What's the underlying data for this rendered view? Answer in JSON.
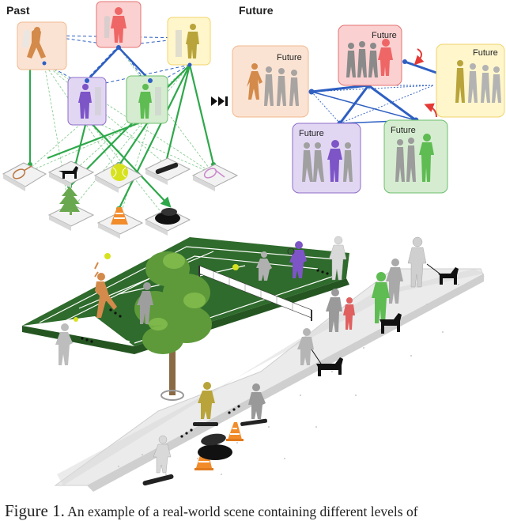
{
  "panel_labels": {
    "past": "Past",
    "future": "Future"
  },
  "future_tags": [
    "Future",
    "Future",
    "Future",
    "Future",
    "Future"
  ],
  "skip_icon": "fast-forward-icon",
  "caption": {
    "label": "Figure 1",
    "separator": ".",
    "text": " An example of a real-world scene containing different levels of"
  },
  "colors": {
    "red_node": "#ef9a9a",
    "yellow_node": "#fff3b0",
    "purple_node": "#d7c8ee",
    "green_node": "#cdeac6",
    "peach_node": "#fbe3d3",
    "edge_blue": "#2e5fc2",
    "edge_green": "#2ea84a",
    "court_green": "#2f6b2c",
    "path_gray": "#e9e9e9",
    "arrow_red": "#e53935"
  }
}
